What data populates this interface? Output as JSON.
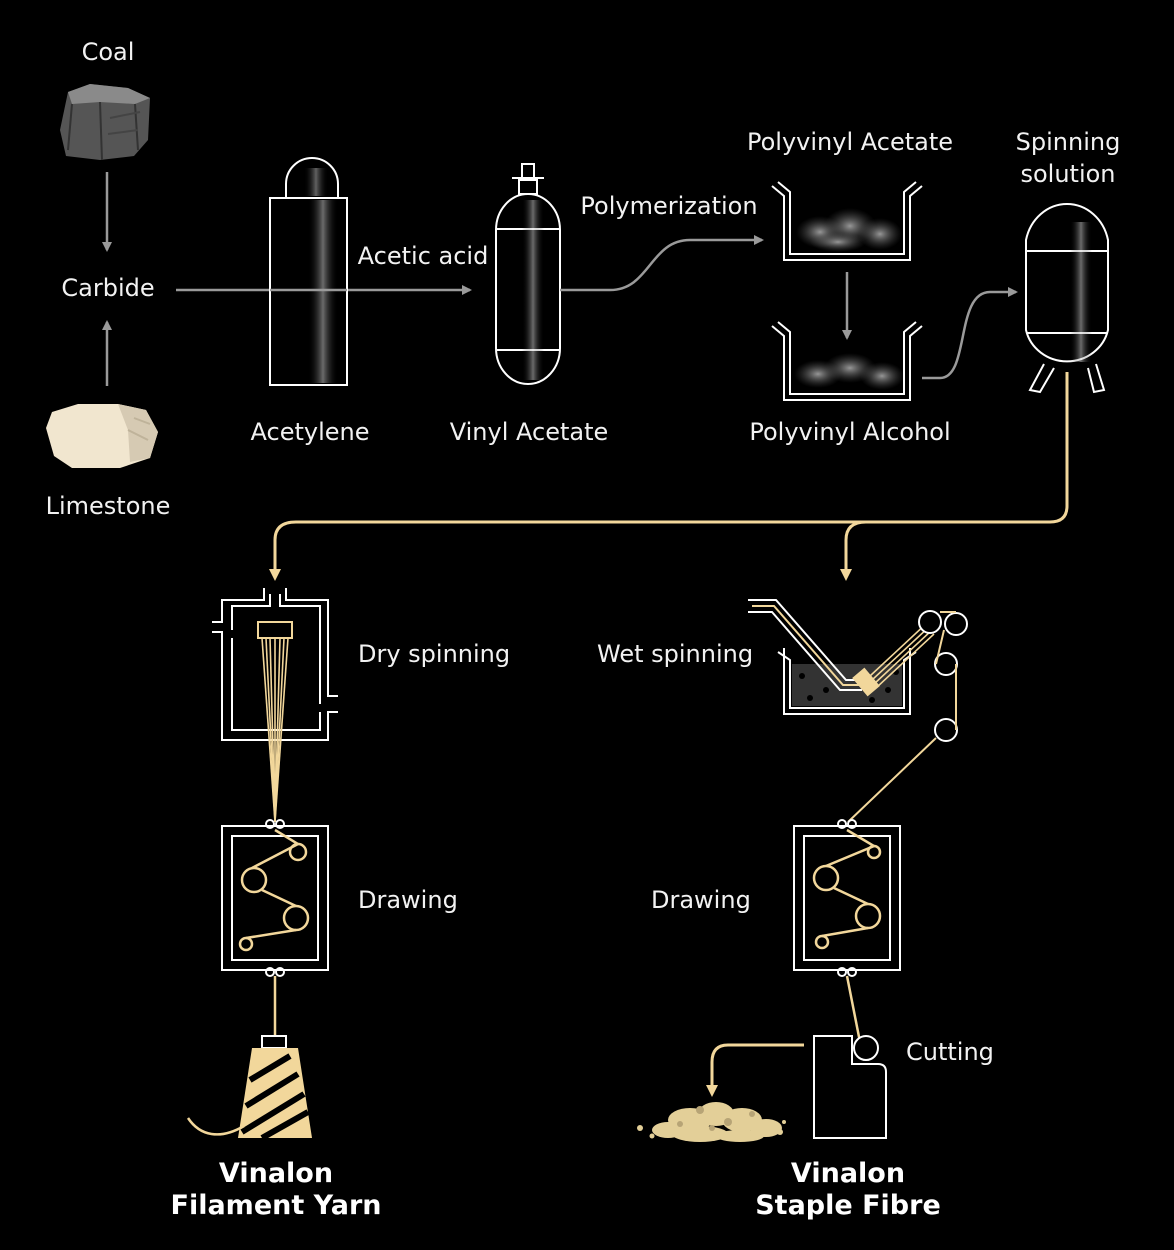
{
  "labels": {
    "coal": "Coal",
    "carbide": "Carbide",
    "limestone": "Limestone",
    "acetylene": "Acetylene",
    "acetic_acid": "Acetic acid",
    "vinyl_acetate": "Vinyl Acetate",
    "polymerization": "Polymerization",
    "polyvinyl_acetate": "Polyvinyl Acetate",
    "polyvinyl_alcohol": "Polyvinyl Alcohol",
    "spinning_solution_1": "Spinning",
    "spinning_solution_2": "solution",
    "dry_spinning": "Dry spinning",
    "wet_spinning": "Wet spinning",
    "drawing_left": "Drawing",
    "drawing_right": "Drawing",
    "cutting": "Cutting"
  },
  "products": {
    "filament_1": "Vinalon",
    "filament_2": "Filament Yarn",
    "staple_1": "Vinalon",
    "staple_2": "Staple Fibre"
  },
  "colors": {
    "background": "#000000",
    "line_white": "#ffffff",
    "arrow_gray": "#9a9a9a",
    "fibre_yellow": "#f2d79b"
  }
}
